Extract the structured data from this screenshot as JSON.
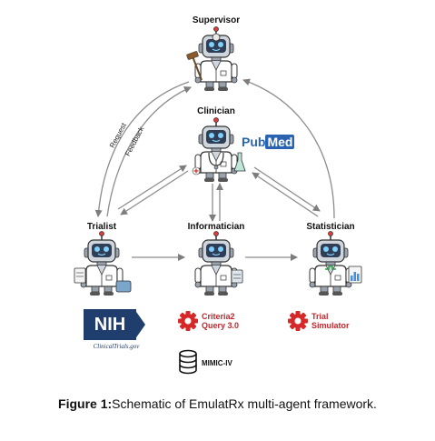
{
  "agents": {
    "supervisor": "Supervisor",
    "clinician": "Clinician",
    "trialist": "Trialist",
    "informatician": "Informatician",
    "statistician": "Statistician"
  },
  "arrows": {
    "request": "Request",
    "feedback": "Feedback"
  },
  "tools": {
    "nih": "NIH",
    "clinical_trials": "ClinicalTrials.gov",
    "pubmed_pub": "Pub",
    "pubmed_med": "Med",
    "criteria2query_line1": "Criteria2",
    "criteria2query_line2": "Query 3.0",
    "trial_simulator_line1": "Trial",
    "trial_simulator_line2": "Simulator",
    "mimic": "MIMIC-IV"
  },
  "caption": {
    "prefix": "Figure 1:",
    "text": "Schematic of EmulatRx multi-agent framework."
  },
  "colors": {
    "robot_head": "#cfd5dc",
    "robot_face": "#2f3d55",
    "robot_eye": "#7fd0ff",
    "coat": "#ffffff",
    "gear_red": "#d62828",
    "nih_blue": "#1f3e6e",
    "arrow_gray": "#8c8c8c"
  }
}
